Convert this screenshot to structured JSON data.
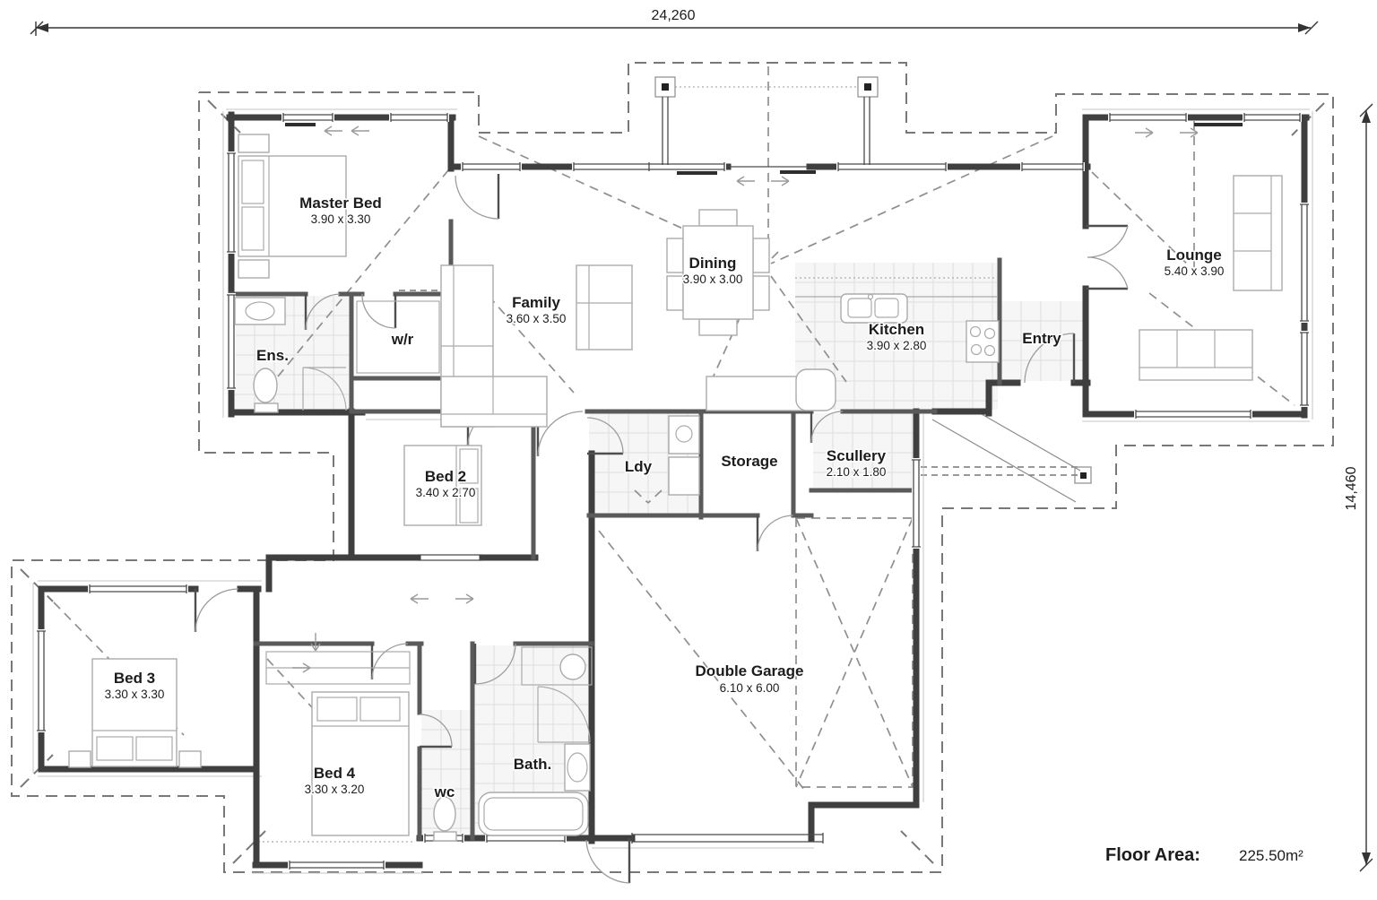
{
  "dimensions": {
    "overall_width": "24,260",
    "overall_depth": "14,460"
  },
  "floor_area": {
    "label": "Floor Area:",
    "value": "225.50m²"
  },
  "rooms": {
    "master_bed": {
      "name": "Master Bed",
      "size": "3.90 x 3.30"
    },
    "family": {
      "name": "Family",
      "size": "3.60 x 3.50"
    },
    "dining": {
      "name": "Dining",
      "size": "3.90 x 3.00"
    },
    "kitchen": {
      "name": "Kitchen",
      "size": "3.90 x 2.80"
    },
    "entry": {
      "name": "Entry"
    },
    "lounge": {
      "name": "Lounge",
      "size": "5.40 x 3.90"
    },
    "ensuite": {
      "name": "Ens."
    },
    "walk_in_robe": {
      "name": "w/r"
    },
    "bed2": {
      "name": "Bed 2",
      "size": "3.40 x 2.70"
    },
    "laundry": {
      "name": "Ldy"
    },
    "storage": {
      "name": "Storage"
    },
    "scullery": {
      "name": "Scullery",
      "size": "2.10 x 1.80"
    },
    "bed3": {
      "name": "Bed 3",
      "size": "3.30 x 3.30"
    },
    "bed4": {
      "name": "Bed 4",
      "size": "3.30 x 3.20"
    },
    "wc": {
      "name": "wc"
    },
    "bath": {
      "name": "Bath."
    },
    "garage": {
      "name": "Double Garage",
      "size": "6.10 x 6.00"
    }
  },
  "colors": {
    "wall": "#3f3f3f",
    "interior_wall": "#5a5a5a",
    "roof_dashed": "#787878",
    "tile_line": "#dedede",
    "furniture": "#ababab",
    "text": "#1c1c1c",
    "background": "#ffffff"
  }
}
